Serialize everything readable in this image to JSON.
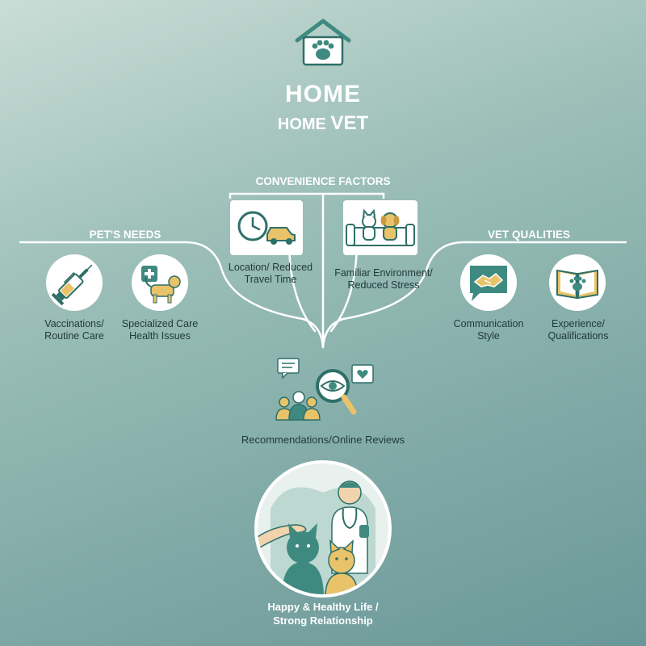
{
  "title": "HOME",
  "subtitle_pre": "HOME ",
  "subtitle_bold": "VET",
  "branches": {
    "convenience": "CONVENIENCE FACTORS",
    "pets_needs": "PET'S NEEDS",
    "vet_qualities": "VET QUALITIES"
  },
  "nodes": {
    "location": [
      "Location/ Reduced",
      "Travel Time"
    ],
    "familiar": [
      "Familiar Environment/",
      "Reduced Stress"
    ],
    "vaccinations": [
      "Vaccinations/",
      "Routine Care"
    ],
    "specialized": [
      "Specialized Care",
      "Health Issues"
    ],
    "communication": [
      "Communication",
      "Style"
    ],
    "experience": [
      "Experience/",
      "Qualifications"
    ]
  },
  "recommendations": "Recommendations/Online Reviews",
  "outcome": [
    "Happy & Healthy Life /",
    "Strong Relationship"
  ],
  "icons": {
    "header": "house-paw-icon",
    "location": "clock-car-icon",
    "familiar": "pets-on-couch-icon",
    "vaccinations": "syringe-icon",
    "specialized": "medical-cross-dog-icon",
    "communication": "handshake-icon",
    "experience": "book-paw-icon",
    "recommendations": "people-review-magnifier-icon",
    "outcome": "vet-with-pets-icon"
  },
  "colors": {
    "teal": "#3f8a80",
    "gold": "#e8c36a",
    "text_dark": "#203a3d",
    "white": "#ffffff"
  }
}
